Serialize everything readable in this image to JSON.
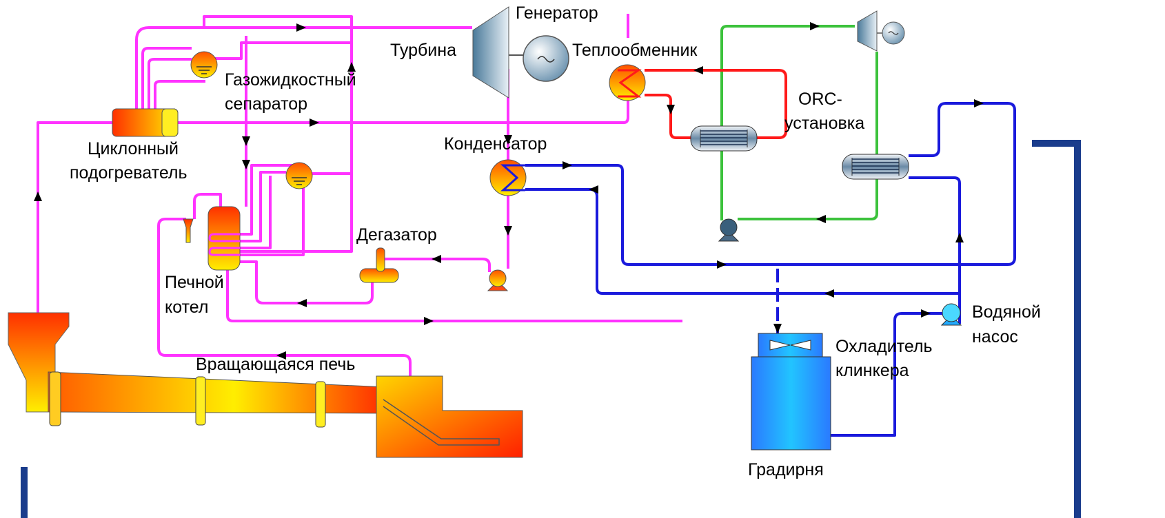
{
  "labels": {
    "generator": "Генератор",
    "turbine": "Турбина",
    "heat_exchanger": "Теплообменник",
    "separator_line1": "Газожидкостный",
    "separator_line2": "сепаратор",
    "orc_line1": "ORC-",
    "orc_line2": "установка",
    "cyclone_line1": "Циклонный",
    "cyclone_line2": "подогреватель",
    "condenser": "Конденсатор",
    "deaerator": "Дегазатор",
    "kiln_boiler_line1": "Печной",
    "kiln_boiler_line2": "котел",
    "water_pump_line1": "Водяной",
    "water_pump_line2": "насос",
    "clinker_cooler_line1": "Охладитель",
    "clinker_cooler_line2": "клинкера",
    "rotary_kiln": "Вращающаяся печь",
    "cooling_tower": "Градирня"
  },
  "colors": {
    "steam_line": "#ff33ff",
    "cooling_water_line": "#1a1adc",
    "orc_working_fluid": "#3cc23c",
    "orc_hot_loop": "#ff1a1a",
    "frame_accent": "#1a3c8c"
  }
}
